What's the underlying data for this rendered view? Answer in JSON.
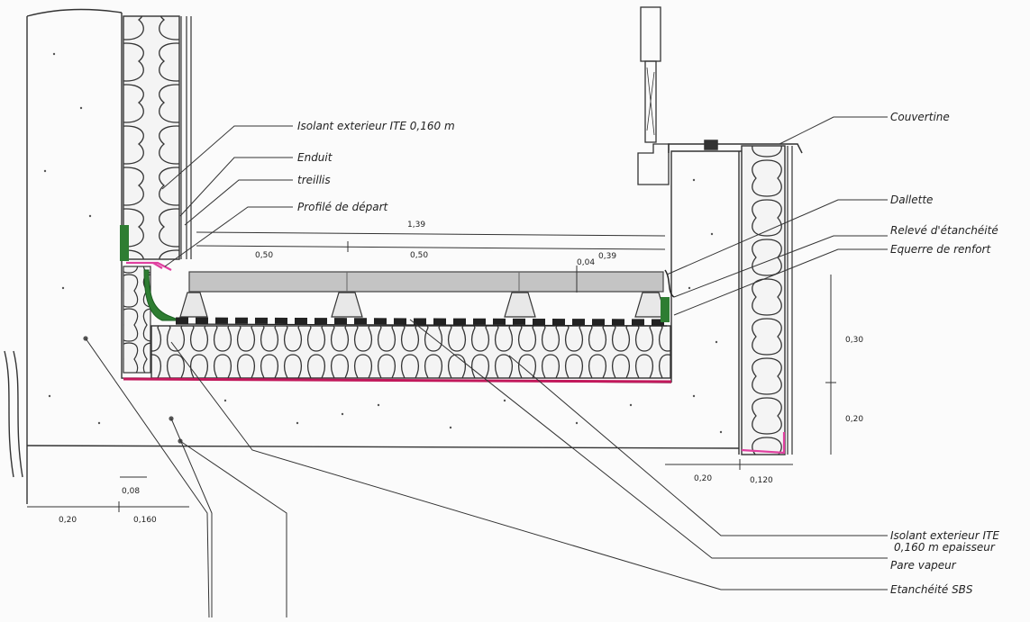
{
  "labels": {
    "isolant_top": "Isolant exterieur ITE 0,160 m",
    "enduit": "Enduit",
    "treillis": "treillis",
    "profile": "Profilé de départ",
    "couvertine": "Couvertine",
    "dallette": "Dallette",
    "releve": "Relevé d'étanchéité",
    "equerre": "Equerre de renfort",
    "isolant_bottom_1": "Isolant exterieur ITE",
    "isolant_bottom_2": "0,160 m epaisseur",
    "pare_vapeur": "Pare vapeur",
    "etancheite_sbs": "Etanchéité SBS"
  },
  "dimensions": {
    "total": "1,39",
    "span_a": "0,50",
    "span_b": "0,50",
    "thick": "0,04",
    "end": "0,39",
    "h_30": "0,30",
    "h_20": "0,20",
    "w_20_right": "0,20",
    "w_120": "0,120",
    "w_08": "0,08",
    "w_20_left": "0,20",
    "w_160": "0,160"
  },
  "colors": {
    "line": "#333333",
    "insul_fill": "#f4f4f4",
    "slab": "#c4c4c4",
    "membrane": "#c2185b",
    "equerre": "#2e7d32",
    "pink": "#e040a0"
  }
}
